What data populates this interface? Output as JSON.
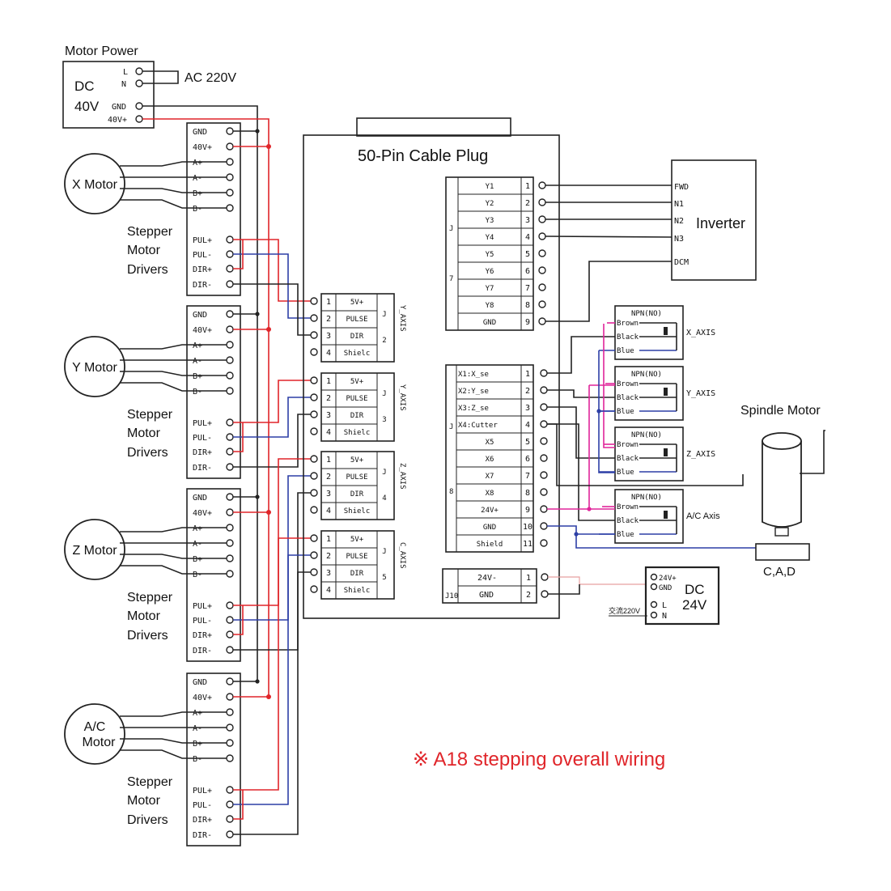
{
  "title": "※ A18 stepping overall wiring",
  "colors": {
    "power": "#e0252a",
    "signal": "#2d3fa6",
    "sensor": "#e0259a",
    "line": "#222222",
    "title": "#e0252a"
  },
  "psu_main": {
    "heading": "Motor Power",
    "type": "DC",
    "voltage": "40V",
    "ac_label": "AC 220V",
    "terminals": [
      "L",
      "N",
      "GND",
      "40V+"
    ]
  },
  "drivers": [
    {
      "motor": "X Motor",
      "motor_line2": "",
      "label1": "Stepper",
      "label2": "Motor",
      "label3": "Drivers"
    },
    {
      "motor": "Y Motor",
      "motor_line2": "",
      "label1": "Stepper",
      "label2": "Motor",
      "label3": "Drivers"
    },
    {
      "motor": "Z Motor",
      "motor_line2": "",
      "label1": "Stepper",
      "label2": "Motor",
      "label3": "Drivers"
    },
    {
      "motor": "A/C",
      "motor_line2": "Motor",
      "label1": "Stepper",
      "label2": "Motor",
      "label3": "Drivers"
    }
  ],
  "driver_terminals": [
    "GND",
    "40V+",
    "A+",
    "A-",
    "B+",
    "B-",
    "PUL+",
    "PUL-",
    "DIR+",
    "DIR-"
  ],
  "board": {
    "title": "50-Pin Cable Plug"
  },
  "axis_connectors": [
    {
      "name": "Y_AXIS",
      "id": "J2",
      "pins": [
        "1",
        "2",
        "3",
        "4"
      ],
      "labels": [
        "5V+",
        "PULSE",
        "DIR",
        "Shielc"
      ]
    },
    {
      "name": "Y_AXIS",
      "id": "J3",
      "pins": [
        "1",
        "2",
        "3",
        "4"
      ],
      "labels": [
        "5V+",
        "PULSE",
        "DIR",
        "Shielc"
      ]
    },
    {
      "name": "Z_AXIS",
      "id": "J4",
      "pins": [
        "1",
        "2",
        "3",
        "4"
      ],
      "labels": [
        "5V+",
        "PULSE",
        "DIR",
        "Shielc"
      ]
    },
    {
      "name": "C_AXIS",
      "id": "J5",
      "pins": [
        "1",
        "2",
        "3",
        "4"
      ],
      "labels": [
        "5V+",
        "PULSE",
        "DIR",
        "Shielc"
      ]
    }
  ],
  "outputs": {
    "id": "J7",
    "labels": [
      "Y1",
      "Y2",
      "Y3",
      "Y4",
      "Y5",
      "Y6",
      "Y7",
      "Y8",
      "GND"
    ],
    "pins": [
      "1",
      "2",
      "3",
      "4",
      "5",
      "6",
      "7",
      "8",
      "9"
    ]
  },
  "inputs": {
    "id": "J8",
    "labels": [
      "X1:X_se",
      "X2:Y_se",
      "X3:Z_se",
      "X4:Cutter",
      "X5",
      "X6",
      "X7",
      "X8",
      "24V+",
      "GND",
      "Shield"
    ],
    "pins": [
      "1",
      "2",
      "3",
      "4",
      "5",
      "6",
      "7",
      "8",
      "9",
      "10",
      "11"
    ]
  },
  "power_conn": {
    "id": "J10",
    "labels": [
      "24V-",
      "GND"
    ],
    "pins": [
      "1",
      "2"
    ]
  },
  "inverter": {
    "name": "Inverter",
    "terminals": [
      "FWD",
      "N1",
      "N2",
      "N3",
      "DCM"
    ]
  },
  "sensors": [
    {
      "type": "NPN(NO)",
      "axis": "X_AXIS",
      "wires": [
        "Brown",
        "Black",
        "Blue"
      ]
    },
    {
      "type": "NPN(NO)",
      "axis": "Y_AXIS",
      "wires": [
        "Brown",
        "Black",
        "Blue"
      ]
    },
    {
      "type": "NPN(NO)",
      "axis": "Z_AXIS",
      "wires": [
        "Brown",
        "Black",
        "Blue"
      ]
    },
    {
      "type": "NPN(NO)",
      "axis": "A/C Axis",
      "wires": [
        "Brown",
        "Black",
        "Blue"
      ]
    }
  ],
  "spindle": {
    "label": "Spindle Motor",
    "sub": "C,A,D"
  },
  "psu_24": {
    "type": "DC",
    "voltage": "24V",
    "terminals": [
      "24V+",
      "GND",
      "L",
      "N"
    ],
    "ac_label": "交流220V"
  }
}
